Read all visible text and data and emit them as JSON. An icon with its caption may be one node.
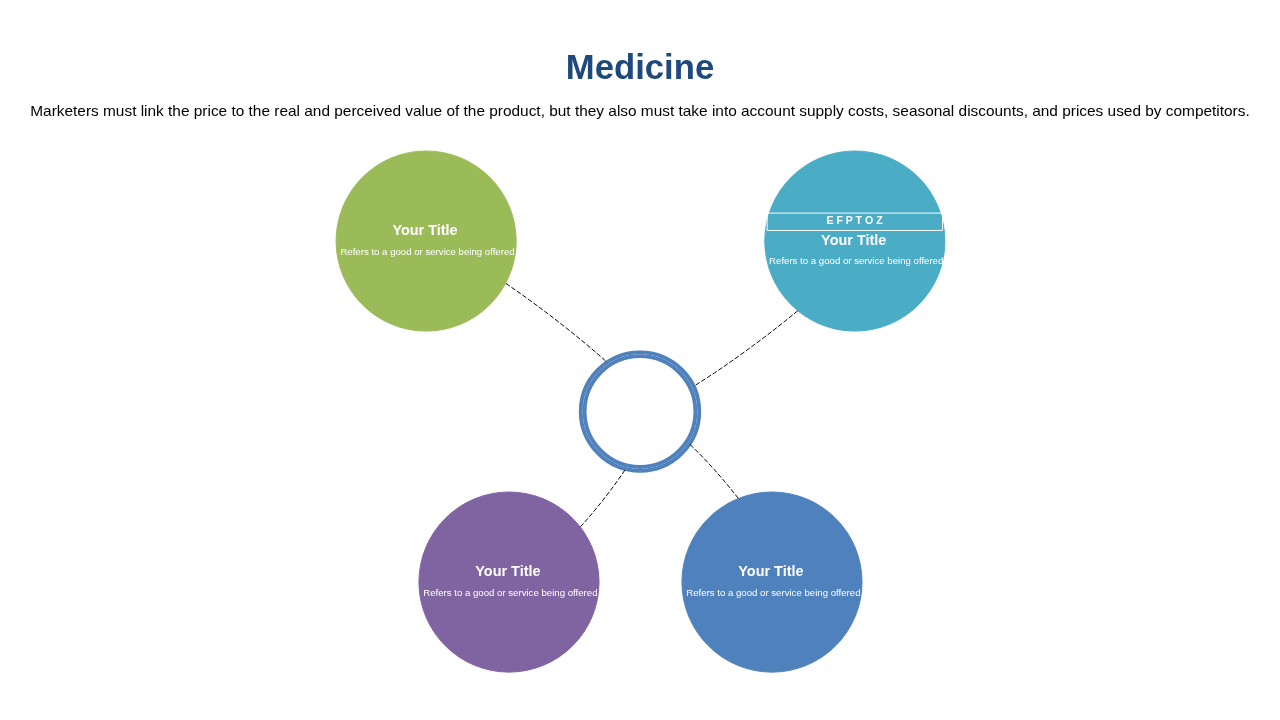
{
  "diagram": {
    "title": "Medicine",
    "nodes": [
      {
        "text": [
          "Your Title",
          "Refers to a good or service being offered"
        ]
      },
      {
        "text": [
          "E F P T O Z",
          "Your Title",
          "Refers to a good or service being offered"
        ]
      },
      {
        "text": [
          "Your Title",
          "Refers to a good or service being offered"
        ]
      },
      {
        "text": [
          "Your Title",
          "Refers to a good or service being offered"
        ]
      },
      {
        "text": [],
        "shape": "glasses"
      }
    ],
    "edges": [
      {
        "from": 0,
        "to": 4,
        "arrow": "none",
        "style": "dashed"
      },
      {
        "from": 1,
        "to": 4,
        "arrow": "none",
        "style": "dashed"
      },
      {
        "from": 2,
        "to": 4,
        "arrow": "none",
        "style": "dashed"
      },
      {
        "from": 3,
        "to": 4,
        "arrow": "none",
        "style": "dashed"
      }
    ],
    "labels": [
      "Marketers must link the price to the real and perceived value of the product, but they also must take into account supply costs, seasonal discounts, and prices used by competitors."
    ]
  }
}
